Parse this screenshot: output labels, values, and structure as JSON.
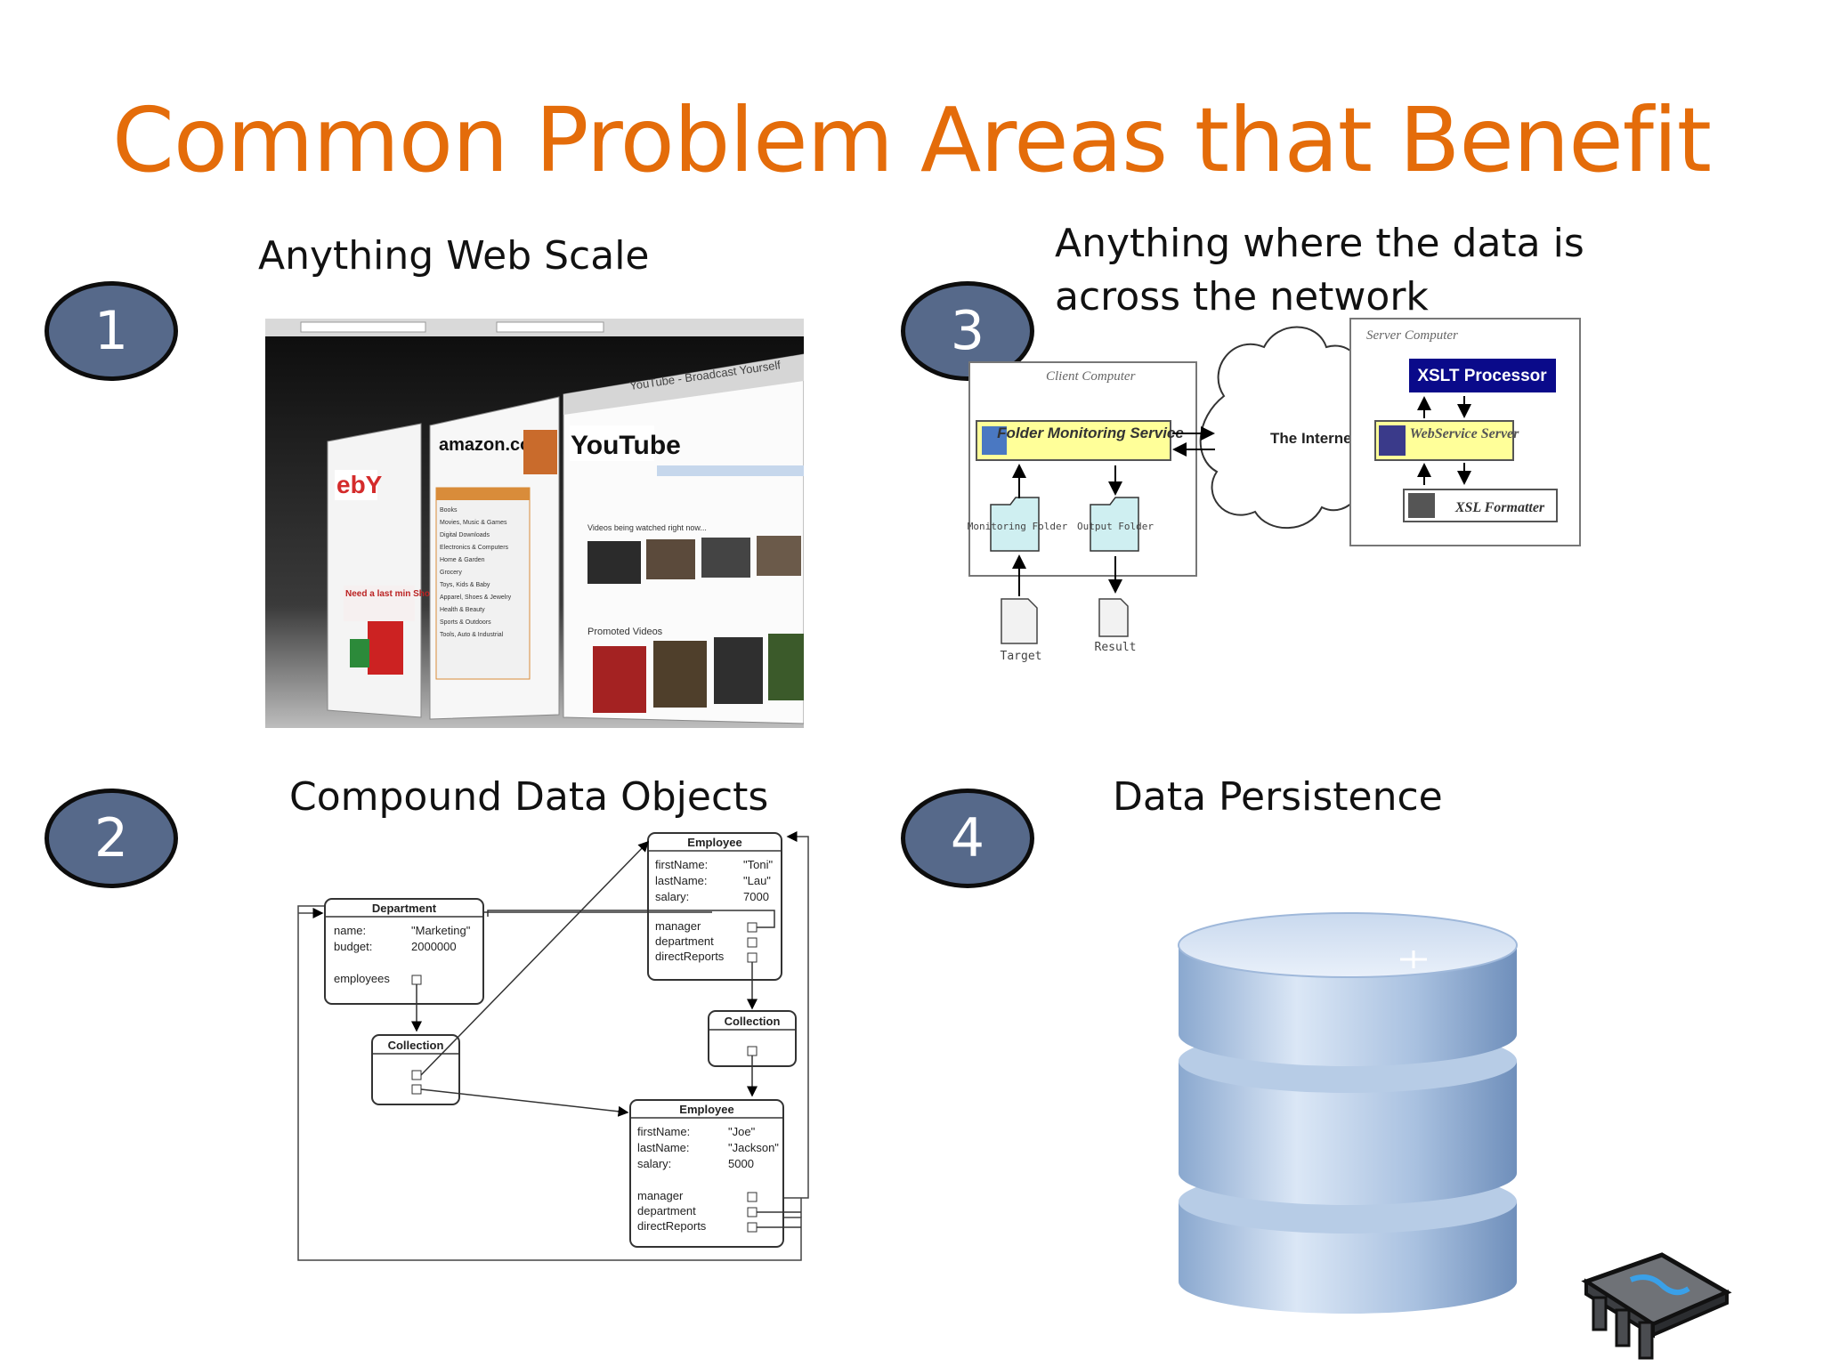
{
  "slide": {
    "title": "Common Problem Areas that Benefit",
    "quadrants": [
      {
        "number": "1",
        "caption": "Anything Web Scale"
      },
      {
        "number": "2",
        "caption": "Compound Data Objects"
      },
      {
        "number": "3",
        "caption": "Anything where the data is across the network"
      },
      {
        "number": "4",
        "caption": "Data Persistence"
      }
    ]
  },
  "web_scale_image": {
    "brands": [
      "ebY",
      "amazon.com",
      "YouTube"
    ],
    "youtube_header": "YouTube - Broadcast Yourself",
    "videos_label": "Videos being watched right now...",
    "promoted_label": "Promoted Videos",
    "amazon_menu": [
      "Books",
      "Movies, Music & Games",
      "Digital Downloads",
      "Electronics & Computers",
      "Home & Garden",
      "Grocery",
      "Toys, Kids & Baby",
      "Apparel, Shoes & Jewelry",
      "Health & Beauty",
      "Sports & Outdoors",
      "Tools, Auto & Industrial"
    ],
    "ebay_promo": "Need a last min Shopping.com"
  },
  "network_diagram": {
    "client_label": "Client Computer",
    "server_label": "Server Computer",
    "folder_service": "Folder Monitoring Service",
    "internet": "The Internet",
    "xslt": "XSLT Processor",
    "webservice": "WebService Server",
    "xsl_formatter": "XSL Formatter",
    "monitoring_folder": "Monitoring Folder",
    "output_folder": "Output Folder",
    "target": "Target",
    "result": "Result"
  },
  "object_diagram": {
    "employee_top": {
      "title": "Employee",
      "fields": [
        [
          "firstName:",
          "\"Toni\""
        ],
        [
          "lastName:",
          "\"Lau\""
        ],
        [
          "salary:",
          "7000"
        ]
      ],
      "refs": [
        "manager",
        "department",
        "directReports"
      ]
    },
    "department": {
      "title": "Department",
      "fields": [
        [
          "name:",
          "\"Marketing\""
        ],
        [
          "budget:",
          "2000000"
        ]
      ],
      "refs": [
        "employees"
      ]
    },
    "collection_left": "Collection",
    "collection_right": "Collection",
    "employee_bottom": {
      "title": "Employee",
      "fields": [
        [
          "firstName:",
          "\"Joe\""
        ],
        [
          "lastName:",
          "\"Jackson\""
        ],
        [
          "salary:",
          "5000"
        ]
      ],
      "refs": [
        "manager",
        "department",
        "directReports"
      ]
    }
  }
}
